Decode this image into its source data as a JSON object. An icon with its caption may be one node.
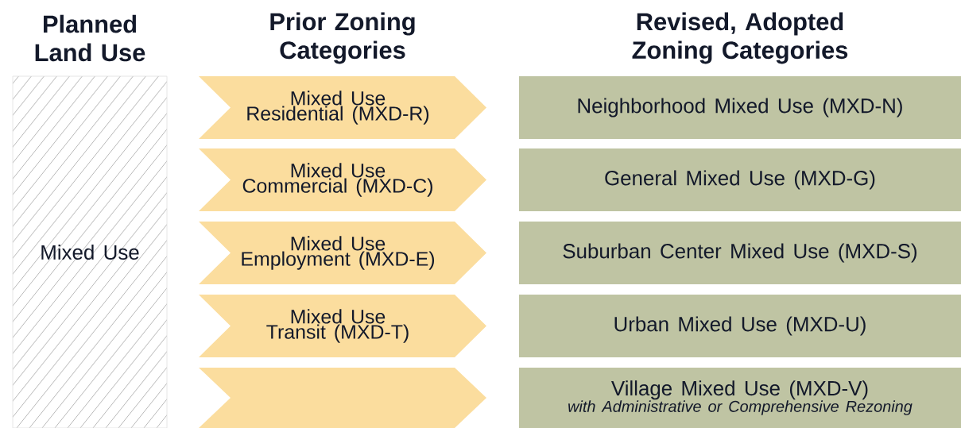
{
  "diagram": {
    "nodes": [
      {
        "text": [
          "Mixed Use"
        ]
      },
      {
        "text": [
          "Mixed Use Residential (MXD-R)"
        ]
      },
      {
        "text": [
          "Mixed Use Commercial (MXD-C)"
        ]
      },
      {
        "text": [
          "Mixed Use Employment (MXD-E)"
        ]
      },
      {
        "text": [
          "Mixed Use Transit (MXD-T)"
        ]
      },
      {
        "text": [],
        "shape": "chevron"
      },
      {
        "text": [
          "Neighborhood Mixed Use (MXD-N)"
        ]
      },
      {
        "text": [
          "General Mixed Use (MXD-G)"
        ]
      },
      {
        "text": [
          "Suburban Center Mixed Use (MXD-S)"
        ]
      },
      {
        "text": [
          "Urban Mixed Use (MXD-U)"
        ]
      },
      {
        "text": [
          "Village Mixed Use (MXD-V)",
          "with Administrative or Comprehensive Rezoning"
        ]
      }
    ],
    "labels": [
      "Planned Land Use",
      "Prior Zoning Categories",
      "Revised, Adopted Zoning Categories"
    ]
  }
}
